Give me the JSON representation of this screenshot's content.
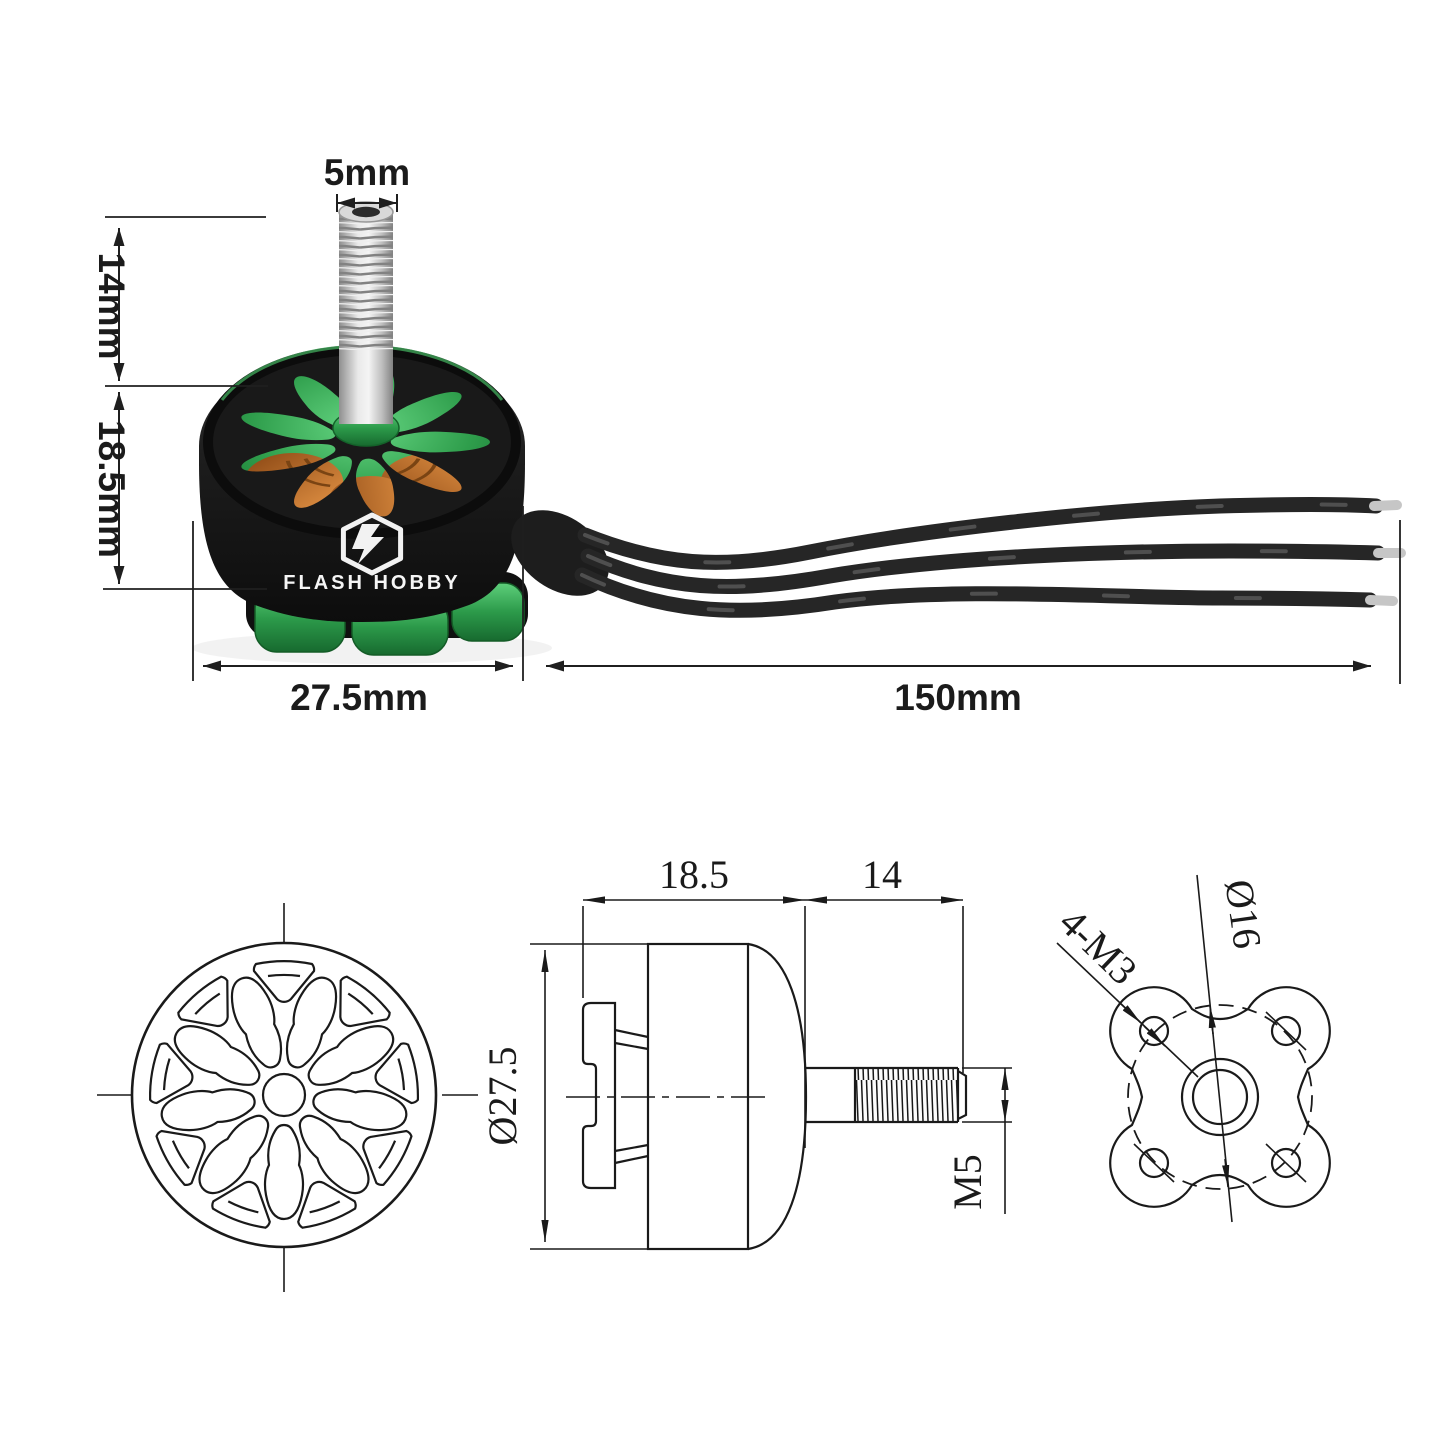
{
  "photo": {
    "logo_text": "FLASH HOBBY",
    "dims": {
      "shaft_diameter": "5mm",
      "shaft_length": "14mm",
      "body_height": "18.5mm",
      "body_diameter": "27.5mm",
      "wire_length": "150mm"
    },
    "colors": {
      "bell_green": "#2f9e4c",
      "body_black": "#1b1b1b",
      "shaft_silver": "#cfcfcf",
      "winding_copper": "#b4672a",
      "wire_black": "#262626"
    }
  },
  "drawings": {
    "side_view": {
      "body_width": "18.5",
      "shaft_length": "14",
      "body_diameter": "Ø27.5",
      "shaft_thread": "M5"
    },
    "mount_view": {
      "bolt_circle": "Ø16",
      "mount_holes": "4-M3"
    },
    "line_color": "#1a1a1a"
  }
}
